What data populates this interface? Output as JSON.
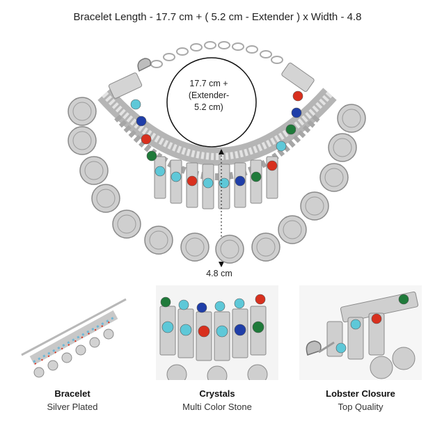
{
  "header": {
    "title": "Bracelet Length - 17.7 cm + ( 5.2 cm - Extender ) x Width - 4.8"
  },
  "measurements": {
    "circle_line1": "17.7 cm +",
    "circle_line2": "(Extender-",
    "circle_line3": "5.2 cm)",
    "width": "4.8 cm"
  },
  "features": [
    {
      "title": "Bracelet",
      "subtitle": "Silver Plated"
    },
    {
      "title": "Crystals",
      "subtitle": "Multi Color Stone"
    },
    {
      "title": "Lobster Closure",
      "subtitle": "Top Quality"
    }
  ],
  "colors": {
    "silver": "#c9c9c9",
    "silver_dark": "#8a8a8a",
    "turquoise": "#5ec8d8",
    "red": "#d8301e",
    "blue": "#1f3ea8",
    "green": "#1f7a3a"
  }
}
